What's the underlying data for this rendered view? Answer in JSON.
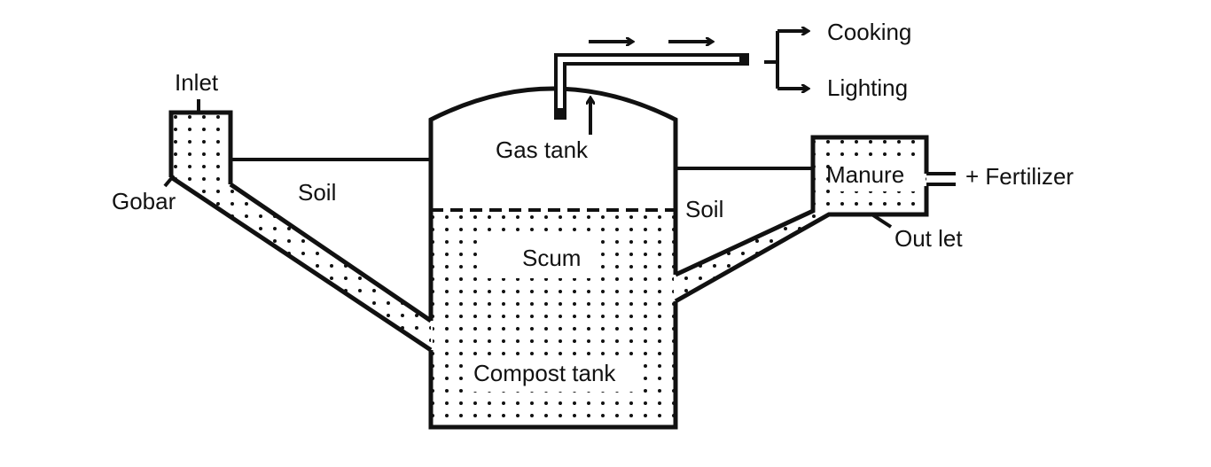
{
  "title": "Biogas plant diagram",
  "labels": {
    "inlet": "Inlet",
    "gobar": "Gobar",
    "soil_left": "Soil",
    "soil_right": "Soil",
    "gas_tank": "Gas tank",
    "scum": "Scum",
    "compost_tank": "Compost tank",
    "manure": "Manure",
    "fertilizer": "+ Fertilizer",
    "outlet": "Out let",
    "cooking": "Cooking",
    "lighting": "Lighting"
  },
  "colors": {
    "ink": "#111111",
    "background": "#ffffff"
  }
}
